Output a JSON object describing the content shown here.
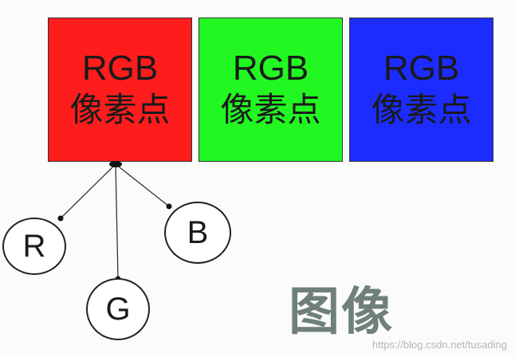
{
  "pixels": [
    {
      "label_line1": "RGB",
      "label_line2": "像素点",
      "color": "#ff1c1c"
    },
    {
      "label_line1": "RGB",
      "label_line2": "像素点",
      "color": "#22f722"
    },
    {
      "label_line1": "RGB",
      "label_line2": "像素点",
      "color": "#1c2cff"
    }
  ],
  "channels": {
    "r": "R",
    "g": "G",
    "b": "B"
  },
  "image_label": "图像",
  "watermark": "https://blog.csdn.net/tusading"
}
